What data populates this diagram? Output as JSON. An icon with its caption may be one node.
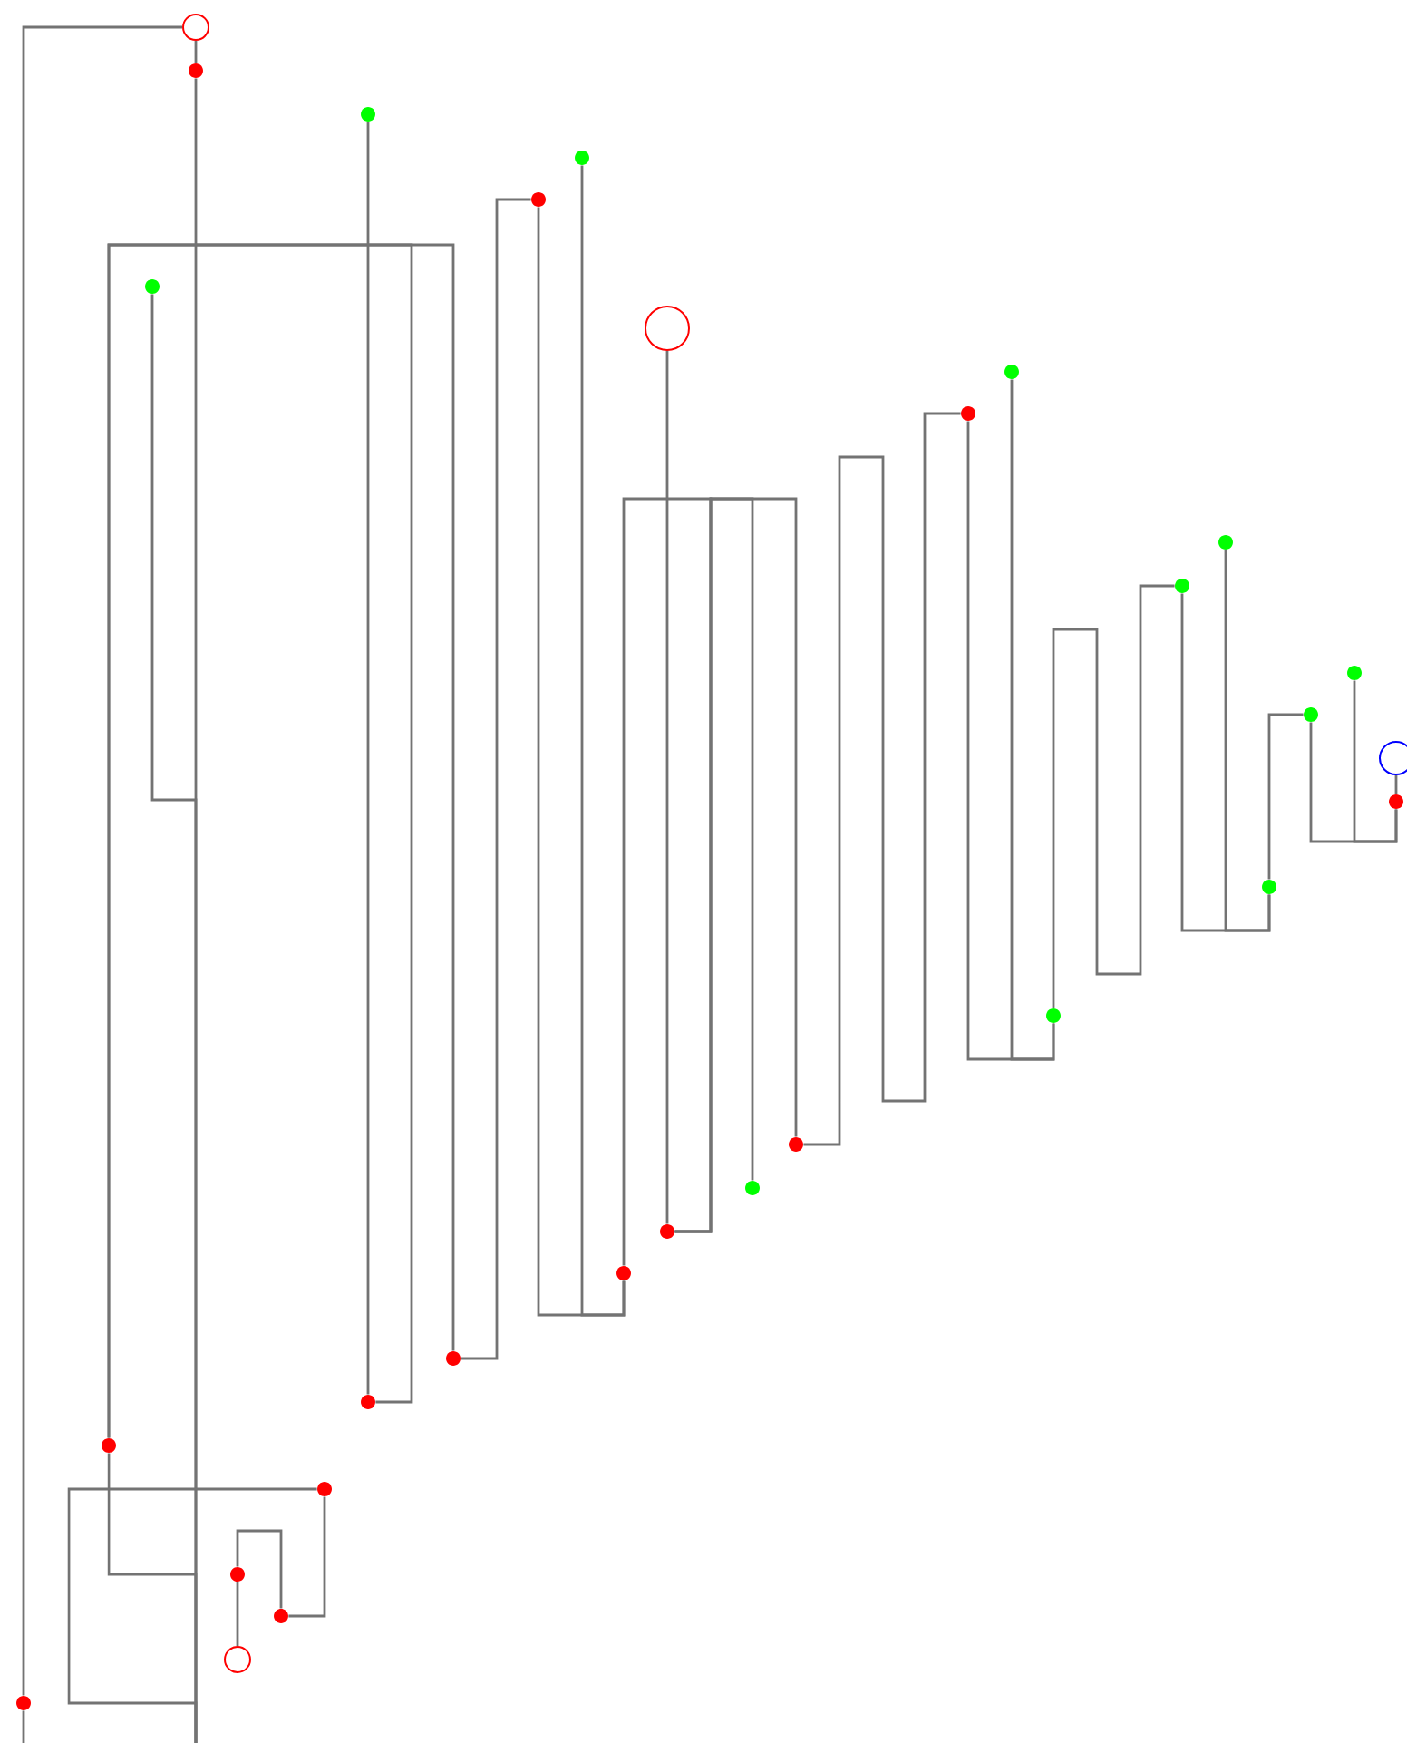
{
  "diagram": {
    "nodes": [
      {
        "text": [],
        "shape": "circle"
      },
      {
        "text": [],
        "shape": "dot"
      },
      {
        "text": [],
        "shape": "dot"
      },
      {
        "text": [],
        "shape": "dot"
      },
      {
        "text": [],
        "shape": "dot"
      },
      {
        "text": [],
        "shape": "dot"
      },
      {
        "text": [],
        "shape": "circle"
      },
      {
        "text": [],
        "shape": "dot"
      },
      {
        "text": [],
        "shape": "dot"
      },
      {
        "text": [],
        "shape": "dot"
      },
      {
        "text": [],
        "shape": "dot"
      },
      {
        "text": [],
        "shape": "dot"
      },
      {
        "text": [],
        "shape": "dot"
      },
      {
        "text": [],
        "shape": "circle"
      },
      {
        "text": [],
        "shape": "dot"
      },
      {
        "text": [],
        "shape": "dot"
      },
      {
        "text": [],
        "shape": "dot"
      },
      {
        "text": [],
        "shape": "dot"
      },
      {
        "text": [],
        "shape": "dot"
      },
      {
        "text": [],
        "shape": "dot"
      },
      {
        "text": [],
        "shape": "dot"
      },
      {
        "text": [],
        "shape": "dot"
      },
      {
        "text": [],
        "shape": "dot"
      },
      {
        "text": [],
        "shape": "dot"
      },
      {
        "text": [],
        "shape": "dot"
      },
      {
        "text": [],
        "shape": "dot"
      },
      {
        "text": [],
        "shape": "dot"
      },
      {
        "text": [],
        "shape": "circle"
      },
      {
        "text": [],
        "shape": "dot"
      }
    ],
    "edges": [
      {
        "from": 0,
        "to": 28,
        "arrow": "none"
      },
      {
        "from": 0,
        "to": 1,
        "arrow": "none"
      },
      {
        "from": 28,
        "to": null,
        "arrow": "none"
      },
      {
        "from": 1,
        "to": null,
        "arrow": "none"
      },
      {
        "from": 5,
        "to": null,
        "arrow": "none"
      },
      {
        "from": 23,
        "to": null,
        "arrow": "none"
      },
      {
        "from": 23,
        "to": 22,
        "arrow": "none"
      },
      {
        "from": 23,
        "to": 21,
        "arrow": "none"
      },
      {
        "from": 2,
        "to": 22,
        "arrow": "none"
      },
      {
        "from": 21,
        "to": 4,
        "arrow": "none"
      },
      {
        "from": 4,
        "to": 20,
        "arrow": "none"
      },
      {
        "from": 3,
        "to": 20,
        "arrow": "none"
      },
      {
        "from": 6,
        "to": 19,
        "arrow": "none"
      },
      {
        "from": 20,
        "to": 19,
        "arrow": "none"
      },
      {
        "from": 18,
        "to": 19,
        "arrow": "none"
      },
      {
        "from": 17,
        "to": 19,
        "arrow": "none"
      },
      {
        "from": 17,
        "to": 8,
        "arrow": "none"
      },
      {
        "from": 8,
        "to": 16,
        "arrow": "none"
      },
      {
        "from": 7,
        "to": 16,
        "arrow": "none"
      },
      {
        "from": 16,
        "to": 10,
        "arrow": "none"
      },
      {
        "from": 10,
        "to": 15,
        "arrow": "none"
      },
      {
        "from": 9,
        "to": 15,
        "arrow": "none"
      },
      {
        "from": 15,
        "to": 12,
        "arrow": "none"
      },
      {
        "from": 12,
        "to": 14,
        "arrow": "none"
      },
      {
        "from": 11,
        "to": 14,
        "arrow": "none"
      },
      {
        "from": 14,
        "to": 13,
        "arrow": "none"
      },
      {
        "from": 24,
        "to": null,
        "arrow": "none"
      },
      {
        "from": 24,
        "to": 26,
        "arrow": "none"
      },
      {
        "from": 26,
        "to": 25,
        "arrow": "none"
      },
      {
        "from": 25,
        "to": 27,
        "arrow": "none"
      }
    ]
  }
}
